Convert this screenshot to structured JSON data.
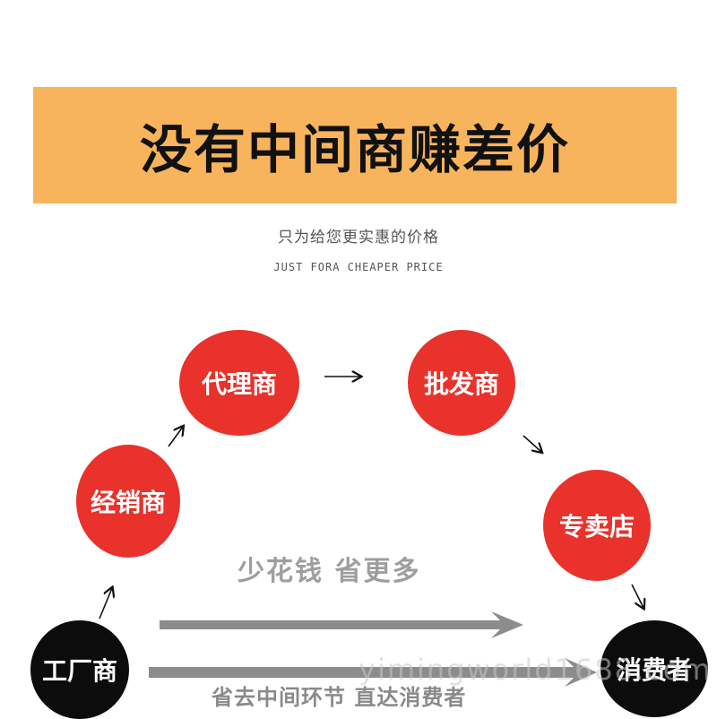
{
  "banner": {
    "title": "没有中间商赚差价",
    "background": "#f8b45c"
  },
  "subtitle": {
    "chinese": "只为给您更实惠的价格",
    "english": "JUST FORA CHEAPER PRICE"
  },
  "nodes": {
    "factory": "工厂商",
    "distributor": "经销商",
    "agent": "代理商",
    "wholesaler": "批发商",
    "store": "专卖店",
    "consumer": "消费者"
  },
  "slogan": "少花钱 省更多",
  "bottom_text": "省去中间环节 直达消费者",
  "watermark": "yimingworld1688.com",
  "colors": {
    "red_node": "#e8322b",
    "black_node": "#0c0c0c",
    "arrow_gray": "#8c8c8c"
  }
}
